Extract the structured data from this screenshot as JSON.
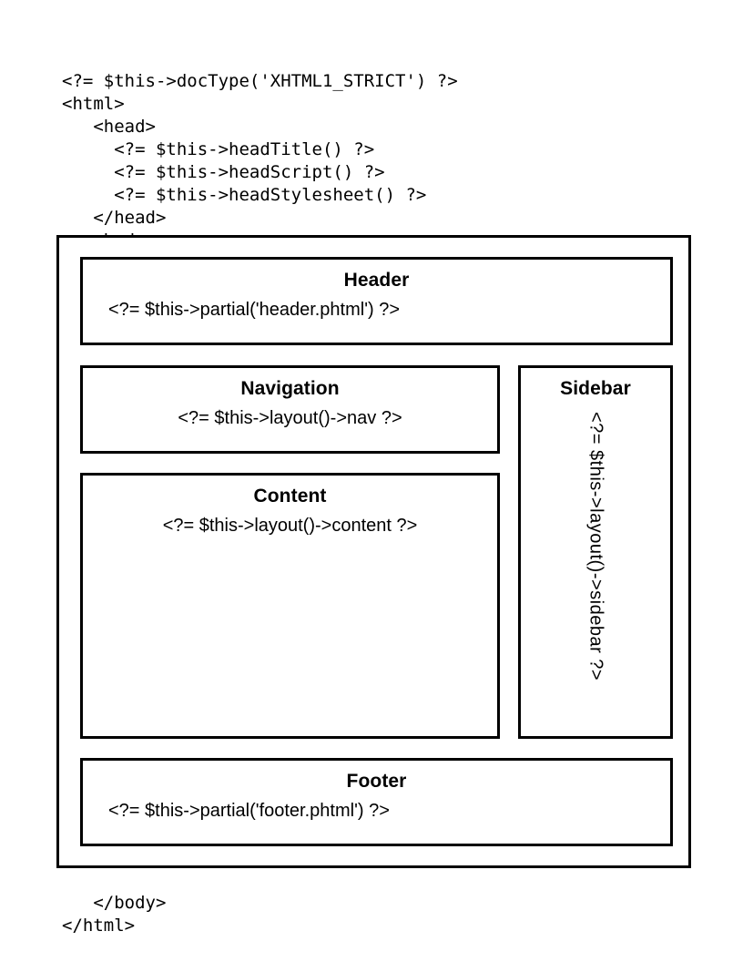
{
  "diagram": {
    "type": "zend-framework-two-step-view-layout-diagram",
    "code_top": "<?= $this->docType('XHTML1_STRICT') ?>\n<html>\n   <head>\n     <?= $this->headTitle() ?>\n     <?= $this->headScript() ?>\n     <?= $this->headStylesheet() ?>\n   </head>\n   <body>",
    "code_bottom": "   </body>\n</html>",
    "regions": {
      "header": {
        "title": "Header",
        "code": "<?= $this->partial('header.phtml') ?>"
      },
      "navigation": {
        "title": "Navigation",
        "code": "<?= $this->layout()->nav ?>"
      },
      "content": {
        "title": "Content",
        "code": "<?= $this->layout()->content ?>"
      },
      "sidebar": {
        "title": "Sidebar",
        "code": "<?= $this->layout()->sidebar ?>"
      },
      "footer": {
        "title": "Footer",
        "code": "<?= $this->partial('footer.phtml') ?>"
      }
    },
    "colors": {
      "stroke": "#000000",
      "background": "#ffffff",
      "text": "#000000"
    }
  }
}
